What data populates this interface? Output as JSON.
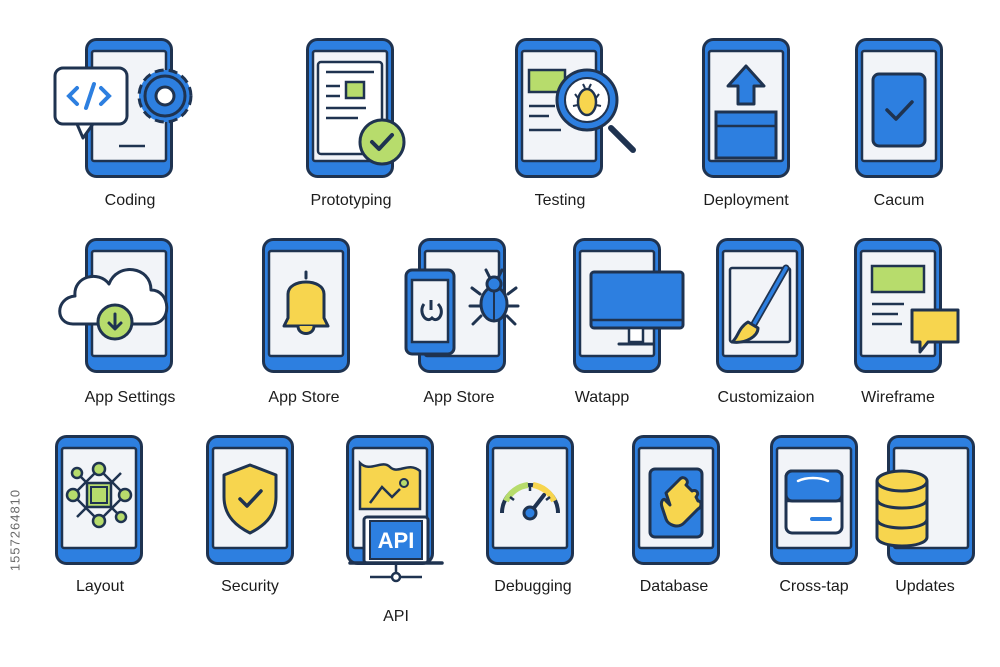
{
  "colors": {
    "blue": "#2d7fe0",
    "outline": "#1f3350",
    "screen": "#f2f4f8",
    "yellow": "#f7d54e",
    "green": "#b7dc6c",
    "white": "#ffffff"
  },
  "stock_id": "1557264810",
  "icons": [
    {
      "label": "Coding",
      "icon": "code-gear-icon"
    },
    {
      "label": "Prototyping",
      "icon": "wireframe-check-icon"
    },
    {
      "label": "Testing",
      "icon": "bug-search-icon"
    },
    {
      "label": "Deployment",
      "icon": "upload-arrow-icon"
    },
    {
      "label": "Cacum",
      "icon": "checkmark-screen-icon"
    },
    {
      "label": "App Settings",
      "icon": "cloud-download-icon"
    },
    {
      "label": "App Store",
      "icon": "bell-icon"
    },
    {
      "label": "App Store",
      "icon": "bug-phone-icon"
    },
    {
      "label": "Watapp",
      "icon": "monitor-icon"
    },
    {
      "label": "Customizaion",
      "icon": "paintbrush-icon"
    },
    {
      "label": "Wireframe",
      "icon": "chat-layout-icon"
    },
    {
      "label": "Layout",
      "icon": "node-graph-icon"
    },
    {
      "label": "Security",
      "icon": "shield-check-icon"
    },
    {
      "label": "API",
      "icon": "api-laptop-icon",
      "badge": "API"
    },
    {
      "label": "Debugging",
      "icon": "speedometer-icon"
    },
    {
      "label": "Database",
      "icon": "hand-tap-icon"
    },
    {
      "label": "Cross-tap",
      "icon": "card-icon"
    },
    {
      "label": "Updates",
      "icon": "database-stack-icon"
    }
  ]
}
